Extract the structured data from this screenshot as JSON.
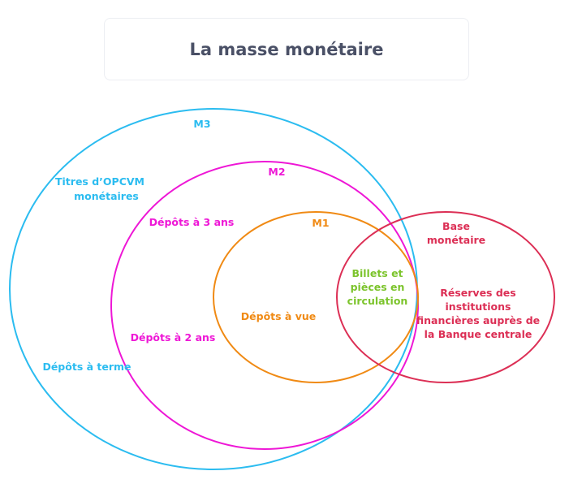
{
  "title": "La masse monétaire",
  "colors": {
    "m3": "#2bbcf0",
    "m2": "#ee17d6",
    "m1": "#f08a14",
    "base": "#dc2f55",
    "overlap": "#7cc42c",
    "title": "#4a5066"
  },
  "circles": {
    "m3": "M3",
    "m2": "M2",
    "m1": "M1",
    "base_line1": "Base",
    "base_line2": "monétaire"
  },
  "labels": {
    "titres_line1": "Titres d’OPCVM",
    "titres_line2": "monétaires",
    "depots_terme": "Dépôts à terme",
    "depots_3ans": "Dépôts à 3 ans",
    "depots_2ans": "Dépôts à 2 ans",
    "depots_vue": "Dépôts à vue",
    "billets_line1": "Billets et",
    "billets_line2": "pièces en",
    "billets_line3": "circulation",
    "reserves_line1": "Réserves des",
    "reserves_line2": "institutions",
    "reserves_line3": "financières auprès de",
    "reserves_line4": "la Banque centrale"
  }
}
